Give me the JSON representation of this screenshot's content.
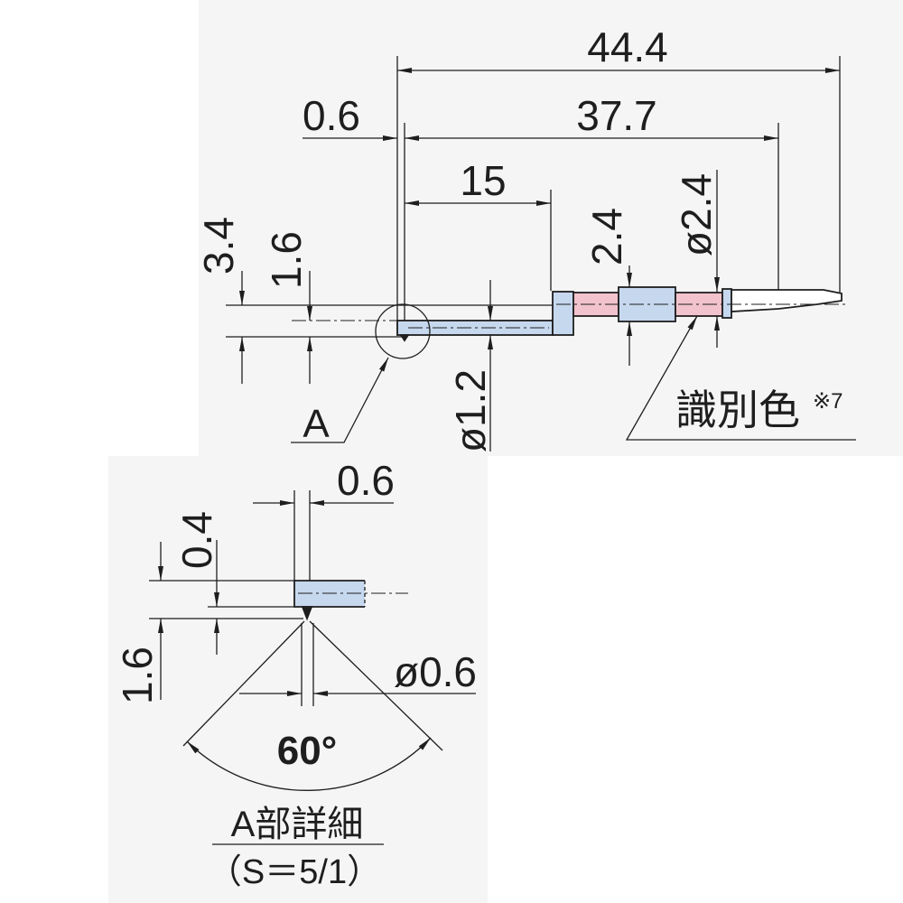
{
  "main_view": {
    "dim_overall_length": "44.4",
    "dim_tip_offset": "0.6",
    "dim_length_37": "37.7",
    "dim_shaft_length": "15",
    "dim_height_offset": "3.4",
    "dim_tip_height": "1.6",
    "dim_collar_height": "2.4",
    "dim_body_diameter": "ø2.4",
    "dim_shaft_diameter": "ø1.2",
    "detail_marker": "A",
    "color_id_label": "識別色",
    "color_id_note": "※7"
  },
  "detail_view": {
    "dim_tip_offset": "0.6",
    "dim_tip_protrusion": "0.4",
    "dim_tip_height": "1.6",
    "dim_tip_diameter": "ø0.6",
    "cone_angle": "60°",
    "title": "A部詳細",
    "scale": "（S＝5/1）"
  },
  "colors": {
    "panel": "#f5f5f5",
    "body_fill": "#c6d8ee",
    "identification_fill": "#f2c3cc",
    "outline": "#1e1e1e"
  }
}
